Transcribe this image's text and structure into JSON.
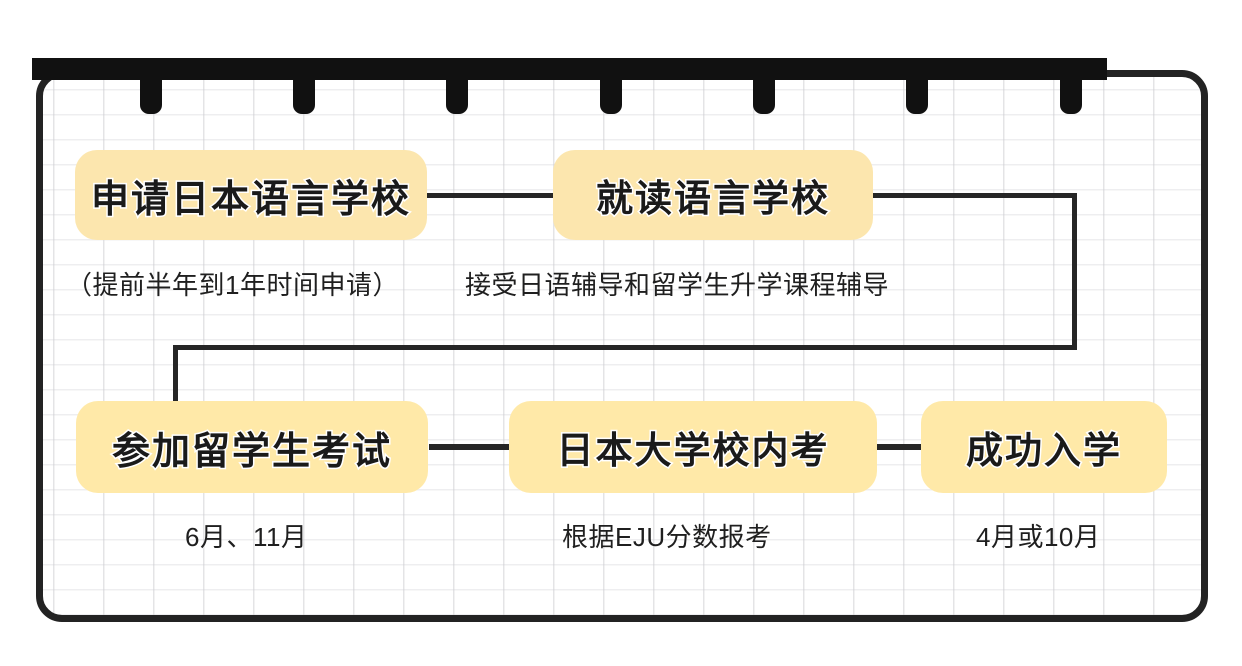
{
  "notebook": {
    "binder_clip_count": 7,
    "page_background": "#ffffff",
    "grid_color": "#ced0d4",
    "frame_color": "#232323"
  },
  "theme": {
    "node_fill_top": "#FCE6AE",
    "node_fill_bottom": "#FFE9A8",
    "connector_color": "#262626",
    "text_color": "#1a1a1a"
  },
  "flow": {
    "nodes": [
      {
        "id": "apply-language-school",
        "label": "申请日本语言学校",
        "caption": "（提前半年到1年时间申请）"
      },
      {
        "id": "attend-language-school",
        "label": "就读语言学校",
        "caption": "接受日语辅导和留学生升学课程辅导"
      },
      {
        "id": "take-eju-exam",
        "label": "参加留学生考试",
        "caption": "6月、11月"
      },
      {
        "id": "university-inner-exam",
        "label": "日本大学校内考",
        "caption": "根据EJU分数报考"
      },
      {
        "id": "successful-enrollment",
        "label": "成功入学",
        "caption": "4月或10月"
      }
    ],
    "connectors": [
      {
        "from": "apply-language-school",
        "to": "attend-language-school",
        "style": "straight"
      },
      {
        "from": "attend-language-school",
        "to": "take-eju-exam",
        "style": "elbow"
      },
      {
        "from": "take-eju-exam",
        "to": "university-inner-exam",
        "style": "straight"
      },
      {
        "from": "university-inner-exam",
        "to": "successful-enrollment",
        "style": "straight"
      }
    ]
  }
}
